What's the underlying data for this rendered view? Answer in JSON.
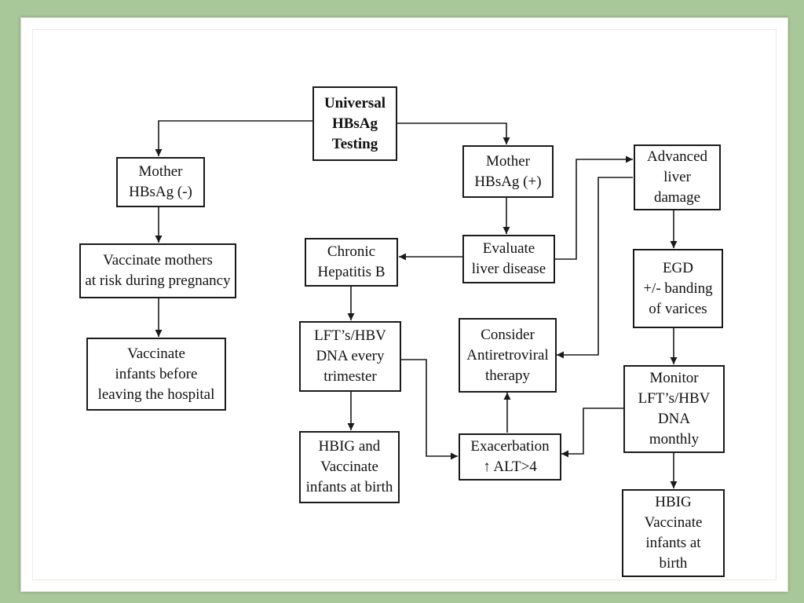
{
  "diagram": {
    "nodes": {
      "universal": "Universal\nHBsAg\nTesting",
      "mother_neg": "Mother\nHBsAg (-)",
      "vacc_mothers": "Vaccinate mothers\nat risk during pregnancy",
      "vacc_infants_before": "Vaccinate\ninfants before\nleaving the hospital",
      "mother_pos": "Mother\nHBsAg (+)",
      "evaluate": "Evaluate\nliver disease",
      "chronic": "Chronic\nHepatitis B",
      "lfts_trimester": "LFT’s/HBV\nDNA every\ntrimester",
      "hbig_birth": "HBIG and\nVaccinate\ninfants at birth",
      "exacerbation": "Exacerbation\n↑ ALT>4",
      "antiretroviral": "Consider\nAntiretroviral\ntherapy",
      "advanced": "Advanced\nliver\ndamage",
      "egd": "EGD\n+/- banding\nof varices",
      "monitor": "Monitor\nLFT’s/HBV\nDNA\nmonthly",
      "hbig_vacc": "HBIG\nVaccinate\ninfants at\nbirth"
    },
    "edges": [
      {
        "from": "universal",
        "to": "mother_neg"
      },
      {
        "from": "universal",
        "to": "mother_pos"
      },
      {
        "from": "mother_neg",
        "to": "vacc_mothers"
      },
      {
        "from": "vacc_mothers",
        "to": "vacc_infants_before"
      },
      {
        "from": "mother_pos",
        "to": "evaluate"
      },
      {
        "from": "evaluate",
        "to": "chronic"
      },
      {
        "from": "evaluate",
        "to": "advanced"
      },
      {
        "from": "chronic",
        "to": "lfts_trimester"
      },
      {
        "from": "lfts_trimester",
        "to": "hbig_birth"
      },
      {
        "from": "lfts_trimester",
        "to": "exacerbation"
      },
      {
        "from": "exacerbation",
        "to": "antiretroviral"
      },
      {
        "from": "advanced",
        "to": "antiretroviral"
      },
      {
        "from": "advanced",
        "to": "egd"
      },
      {
        "from": "egd",
        "to": "monitor"
      },
      {
        "from": "monitor",
        "to": "exacerbation"
      },
      {
        "from": "monitor",
        "to": "hbig_vacc"
      }
    ],
    "colors": {
      "frame_background": "#a9c89a",
      "box_border": "#1a1a1a",
      "arrow": "#1a1a1a"
    }
  }
}
